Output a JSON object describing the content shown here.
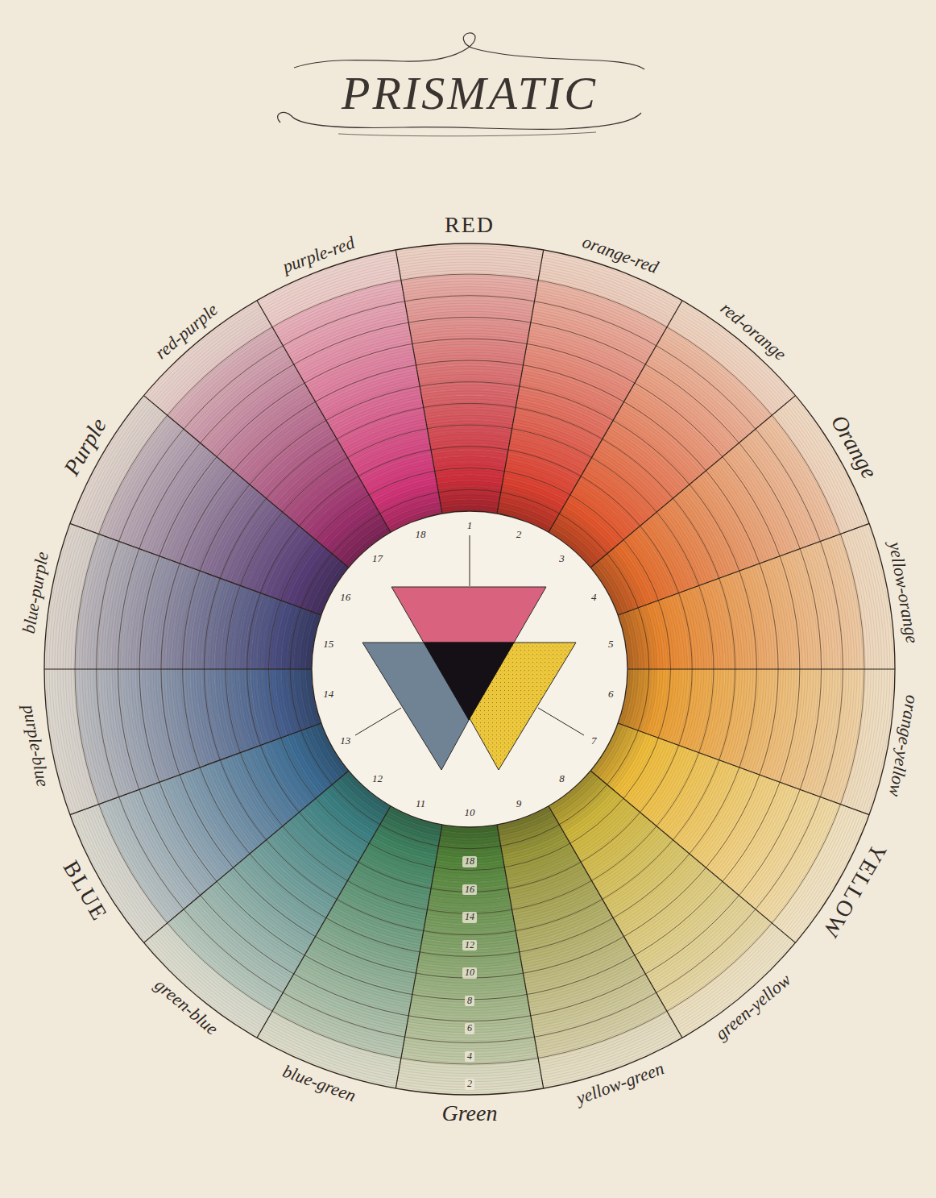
{
  "diagram": {
    "title": "PRISMATIC",
    "labels": [
      "RED",
      "orange-red",
      "red-orange",
      "Orange",
      "yellow-orange",
      "orange-yellow",
      "YELLOW",
      "green-yellow",
      "yellow-green",
      "Green",
      "blue-green",
      "green-blue",
      "BLUE",
      "purple-blue",
      "blue-purple",
      "Purple",
      "red-purple",
      "purple-red",
      "1",
      "2",
      "3",
      "4",
      "5",
      "6",
      "7",
      "8",
      "9",
      "10",
      "11",
      "12",
      "13",
      "14",
      "15",
      "16",
      "17",
      "18",
      "2",
      "4",
      "6",
      "8",
      "10",
      "12",
      "14",
      "16",
      "18"
    ]
  }
}
